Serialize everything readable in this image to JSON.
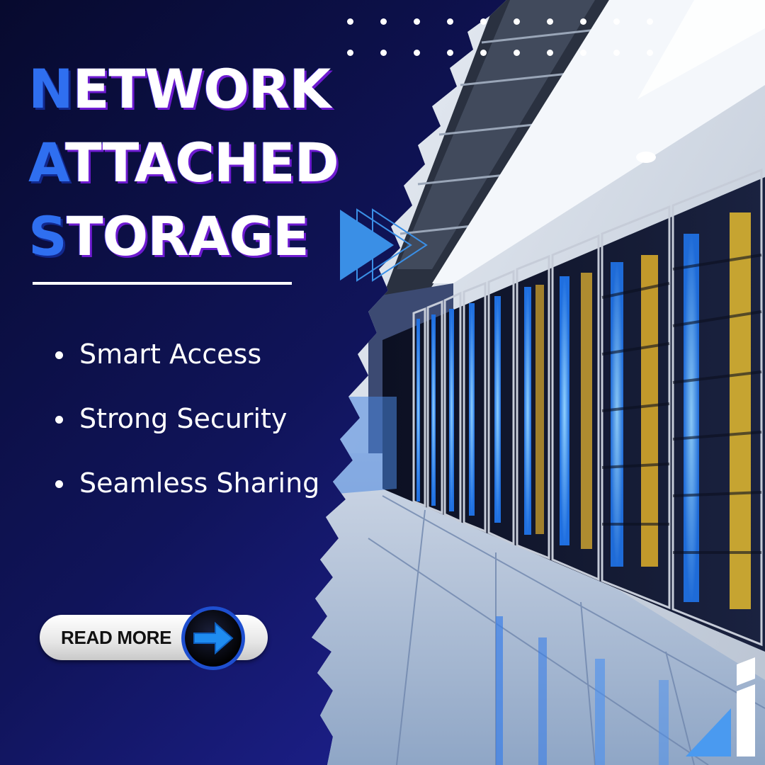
{
  "title": {
    "line1": {
      "initial": "N",
      "rest": "ETWORK"
    },
    "line2": {
      "initial": "A",
      "rest": "TTACHED"
    },
    "line3": {
      "initial": "S",
      "rest": "TORAGE"
    }
  },
  "features": [
    {
      "label": "Smart Access"
    },
    {
      "label": "Strong Security"
    },
    {
      "label": "Seamless Sharing"
    }
  ],
  "cta": {
    "label": "READ MORE"
  },
  "colors": {
    "background_dark": "#070a2e",
    "background_mid": "#1c1f8a",
    "accent_blue": "#2f6ff0",
    "title_shadow": "#6e1bd1",
    "arrow_blue": "#3a8fe6"
  },
  "icons": {
    "arrows": "fast-forward-arrows-icon",
    "cta_arrow": "arrow-right-icon",
    "logo": "brand-logo-icon"
  }
}
